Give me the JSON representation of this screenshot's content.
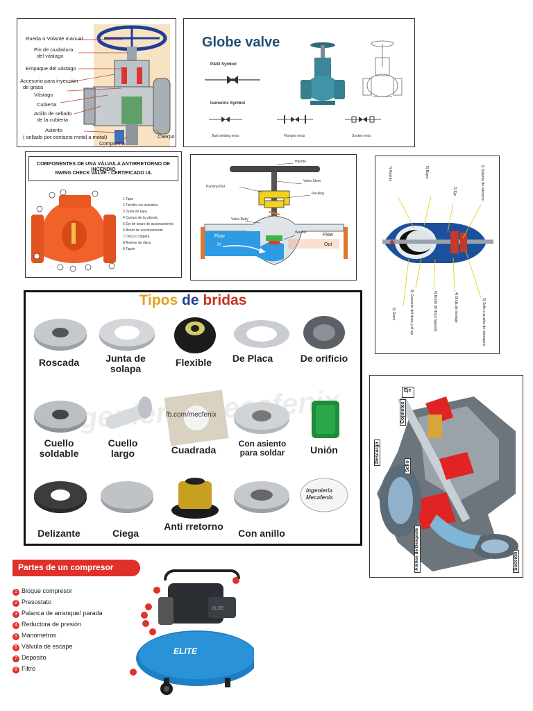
{
  "gate_valve": {
    "labels": [
      "Rueda o Volante manual",
      "Pin de ciudadura",
      "del vástago",
      "Empaque del vástago",
      "Accesorio para inyección",
      "de grasa",
      "Vástago",
      "Cubierta",
      "Anillo de sellado",
      "de la cubierta",
      "Asiento",
      "( sellado por contacto metal a metal)",
      "Compuerta",
      "Cuerpo"
    ]
  },
  "globe_valve": {
    "title": "Globe valve",
    "pid_label": "P&ID Symbol",
    "iso_label": "Isometric Symbol",
    "ends": [
      "Butt welding ends",
      "Flanged ends",
      "Socket ends"
    ]
  },
  "swing_check": {
    "title_line1": "COMPONENTES DE UNA VÁLVULA ANTIRRETORNO DE INCENDIO",
    "title_line2": "SWING CHECK VALVE - CERTIFICADO UL",
    "parts": [
      "1 Tapa",
      "2 Tornillo con arandela",
      "3 Junta de tapa",
      "4 Cuerpo de la válvula",
      "5 Eje de brazo de accionamiento",
      "6 Brazo de accionamiento",
      "7 Disco o clapeta",
      "8 Asiento de disco",
      "9 Tapón"
    ]
  },
  "valve_section": {
    "handle": "Handle",
    "packing_nut": "Packing Nut",
    "valve_stem": "Valve Stem",
    "packing": "Packing",
    "valve_body": "Valve Body",
    "washer": "Washer",
    "flow": "Flow",
    "in": "In",
    "out": "Out"
  },
  "butterfly": {
    "labels": [
      "7) Asiento",
      "5) Bujes",
      "2) Eje",
      "3) Sistema de retención",
      "8) Conexión del disco y el eje",
      "9) Disco",
      "6) Borde de disco lapeado",
      "4) Brida de montaje",
      "3) Sello a prueba de intemperie"
    ]
  },
  "flanges": {
    "title_a": "Tipos",
    "title_b": "de",
    "title_c": "bridas",
    "watermark": "Ingeniería Mecafenix",
    "fb_text": "fb.com/mecfenix",
    "logo_line1": "Ingenieria",
    "logo_line2": "Mecafenix",
    "items": [
      {
        "name": "Roscada"
      },
      {
        "name": "Junta de solapa"
      },
      {
        "name": "Flexible"
      },
      {
        "name": "De Placa"
      },
      {
        "name": "De orificio"
      },
      {
        "name": "Cuello soldable"
      },
      {
        "name": "Cuello largo"
      },
      {
        "name": "Cuadrada"
      },
      {
        "name": "Con asiento para soldar"
      },
      {
        "name": "Unión"
      },
      {
        "name": "Delizante"
      },
      {
        "name": "Ciega"
      },
      {
        "name": "Anti rretorno"
      },
      {
        "name": "Con anillo"
      }
    ]
  },
  "pump": {
    "labels": [
      "Eje",
      "Cojinetes",
      "Sello",
      "Descarga",
      "Anillos de Desgaste",
      "Succión"
    ]
  },
  "compressor": {
    "title": "Partes de un compresor",
    "brand": "ELITE",
    "parts": [
      "Bloque compresor",
      "Presostato",
      "Palanca de arranque/ parada",
      "Reductora de presión",
      "Manometros",
      "Válvula de escape",
      "Deposito",
      "Filtro"
    ],
    "colors": {
      "accent": "#e0302a",
      "tank": "#1f7fc6"
    }
  }
}
